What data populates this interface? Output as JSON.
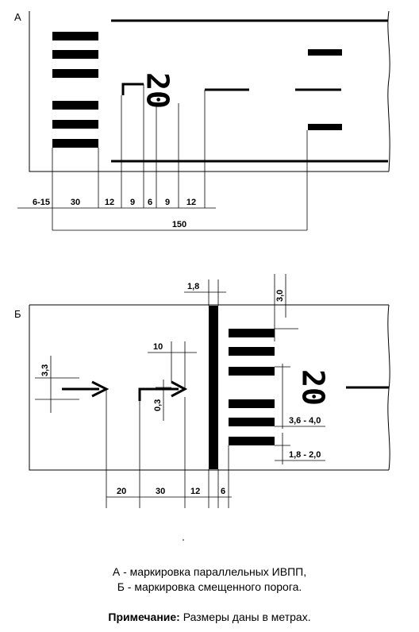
{
  "panel_a": {
    "label": "А",
    "runway_number": "20",
    "dims": [
      "6-15",
      "30",
      "12",
      "9",
      "6",
      "9",
      "12"
    ],
    "total": "150"
  },
  "panel_b": {
    "label": "Б",
    "runway_number": "20",
    "dim_bar_width": "1,8",
    "dim_stripe_length": "3,0",
    "dim_arrow_height": "3,3",
    "dim_arrow_head": "10",
    "dim_arrow_shaft": "0,3",
    "dim_stripe_width_1": "3,6 - 4,0",
    "dim_stripe_width_2": "1,8 - 2,0",
    "bottom_dims": [
      "20",
      "30",
      "12",
      "6"
    ]
  },
  "caption": {
    "line1": "А - маркировка параллельных ИВПП,",
    "line2": "Б - маркировка смещенного порога.",
    "note_label": "Примечание:",
    "note_text": " Размеры даны в метрах."
  }
}
